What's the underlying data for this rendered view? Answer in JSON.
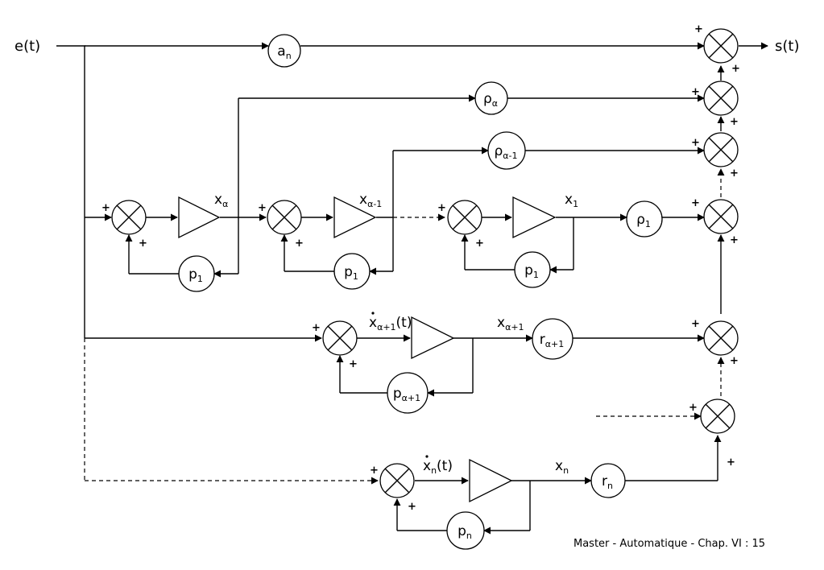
{
  "signals": {
    "input": "e(t)",
    "output": "s(t)"
  },
  "blocks": {
    "an": {
      "base": "a",
      "sub": "n"
    },
    "rho_alpha": {
      "base": "ρ",
      "sub": "α"
    },
    "rho_alpha_m1": {
      "base": "ρ",
      "sub": "α-1"
    },
    "rho_1": {
      "base": "ρ",
      "sub": "1"
    },
    "r_alpha_p1": {
      "base": "r",
      "sub": "α+1"
    },
    "r_n": {
      "base": "r",
      "sub": "n"
    },
    "p1_a": {
      "base": "p",
      "sub": "1"
    },
    "p1_b": {
      "base": "p",
      "sub": "1"
    },
    "p1_c": {
      "base": "p",
      "sub": "1"
    },
    "p_alpha_p1": {
      "base": "p",
      "sub": "α+1"
    },
    "p_n": {
      "base": "p",
      "sub": "n"
    }
  },
  "states": {
    "x_alpha": {
      "base": "x",
      "sub": "α"
    },
    "x_alpha_m1": {
      "base": "x",
      "sub": "α-1"
    },
    "x_1": {
      "base": "x",
      "sub": "1"
    },
    "xdot_alpha_p1": {
      "base": "x",
      "sub": "α+1",
      "suffix": "(t)"
    },
    "x_alpha_p1": {
      "base": "x",
      "sub": "α+1"
    },
    "xdot_n": {
      "base": "x",
      "sub": "n",
      "suffix": "(t)"
    },
    "x_n": {
      "base": "x",
      "sub": "n"
    }
  },
  "sign": "+",
  "footer": "Master - Automatique -  Chap. VI : 15"
}
